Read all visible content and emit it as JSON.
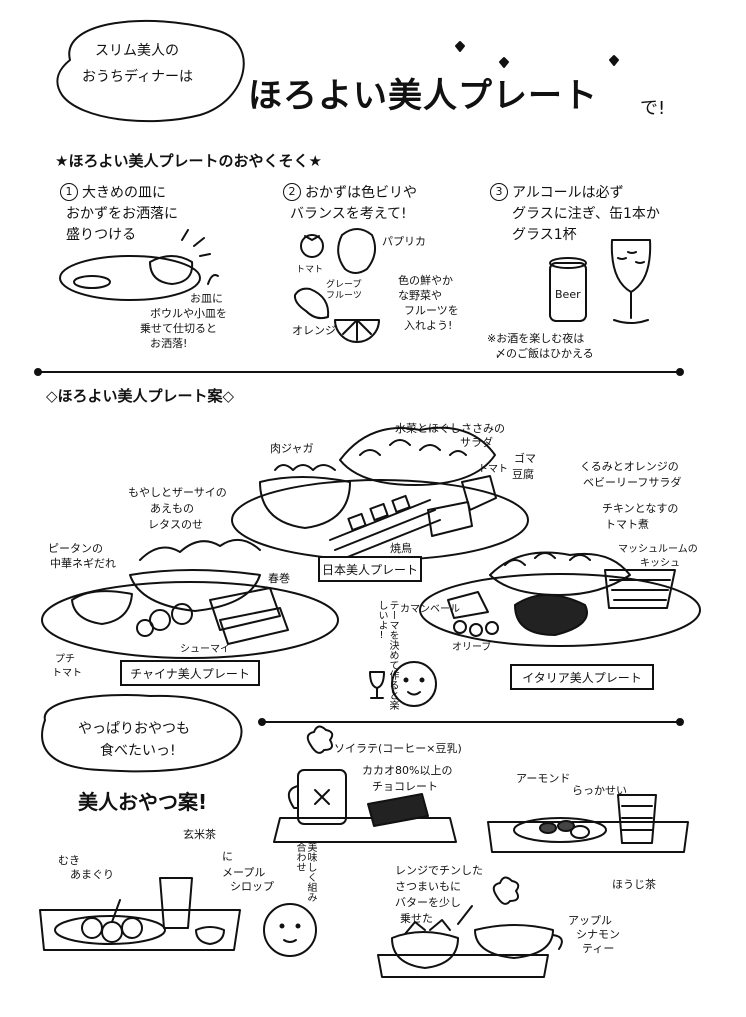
{
  "header": {
    "bubble_line1": "スリム美人の",
    "bubble_line2": "おうちディナーは",
    "title": "ほろよい美人プレート",
    "title_suffix": "で!"
  },
  "rules": {
    "heading": "★ほろよい美人プレートのおやくそく★",
    "items": [
      {
        "num": "1",
        "line1": "大きめの皿に",
        "line2": "おかずをお洒落に",
        "line3": "盛りつける"
      },
      {
        "num": "2",
        "line1": "おかずは色ビリや",
        "line2": "バランスを考えて!",
        "line3": ""
      },
      {
        "num": "3",
        "line1": "アルコールは必ず",
        "line2": "グラスに注ぎ、缶1本か",
        "line3": "グラス1杯"
      }
    ],
    "plate_note": [
      "お皿に",
      "ボウルや小皿を",
      "乗せて仕切ると",
      "お洒落!"
    ],
    "veg_labels": {
      "tomato": "トマト",
      "paprika": "パプリカ",
      "grapefruit": "グレープ\nフルーツ",
      "orange": "オレンジ"
    },
    "veg_note": [
      "色の鮮やか",
      "な野菜や",
      "フルーツを",
      "入れよう!"
    ],
    "beer_label": "Beer",
    "alcohol_note": [
      "※お酒を楽しむ夜は",
      "〆のご飯はひかえる"
    ]
  },
  "plates": {
    "heading": "◇ほろよい美人プレート案◇",
    "japan": {
      "banner": "日本美人プレート",
      "items": [
        "肉ジャガ",
        "水菜とほぐしささみの",
        "サラダ",
        "トマト",
        "ゴマ",
        "豆腐",
        "焼鳥"
      ]
    },
    "china": {
      "banner": "チャイナ美人プレート",
      "items": [
        "もやしとザーサイの",
        "あえもの",
        "レタスのせ",
        "ピータンの",
        "中華ネギだれ",
        "春巻",
        "シューマイ",
        "プチ",
        "トマト"
      ]
    },
    "italy": {
      "banner": "イタリア美人プレート",
      "items": [
        "くるみとオレンジの",
        "ベビーリーフサラダ",
        "チキンとなすの",
        "トマト煮",
        "マッシュルームの",
        "キッシュ",
        "カマンベール",
        "オリーブ"
      ]
    },
    "theme_note": "テーマを決めて作ると楽しいよ!"
  },
  "snacks": {
    "bubble_line1": "やっぱりおやつも",
    "bubble_line2": "食べたいっ!",
    "heading": "美人おやつ案!",
    "soy_latte": "ソイラテ(コーヒー×豆乳)",
    "chocolate": [
      "カカオ80%以上の",
      "チョコレート"
    ],
    "almond": "アーモンド",
    "rakkasei": "らっかせい",
    "houjicha": "ほうじ茶",
    "genmaicha": [
      "玄米茶",
      "に",
      "メープル",
      "シロップ"
    ],
    "amaguri": [
      "むき",
      "あまぐり"
    ],
    "combo_note": "美味しく組み合わせ",
    "sweetpotato": [
      "レンジでチンした",
      "さつまいもに",
      "バターを少し",
      "乗せた"
    ],
    "apple_tea": [
      "アップル",
      "シナモン",
      "ティー"
    ]
  }
}
